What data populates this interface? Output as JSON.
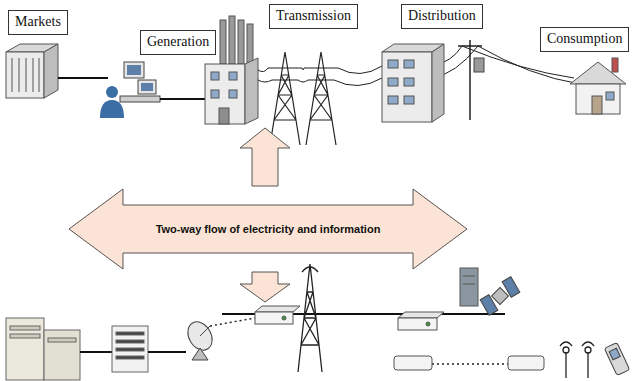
{
  "diagram": {
    "nodes": [
      {
        "text": [
          "Markets"
        ]
      },
      {
        "text": [
          "Generation"
        ]
      },
      {
        "text": [
          "Transmission"
        ]
      },
      {
        "text": [
          "Distribution"
        ]
      },
      {
        "text": [
          "Consumption"
        ]
      },
      {
        "text": [
          "Two-way flow of electricity and information"
        ]
      }
    ]
  }
}
